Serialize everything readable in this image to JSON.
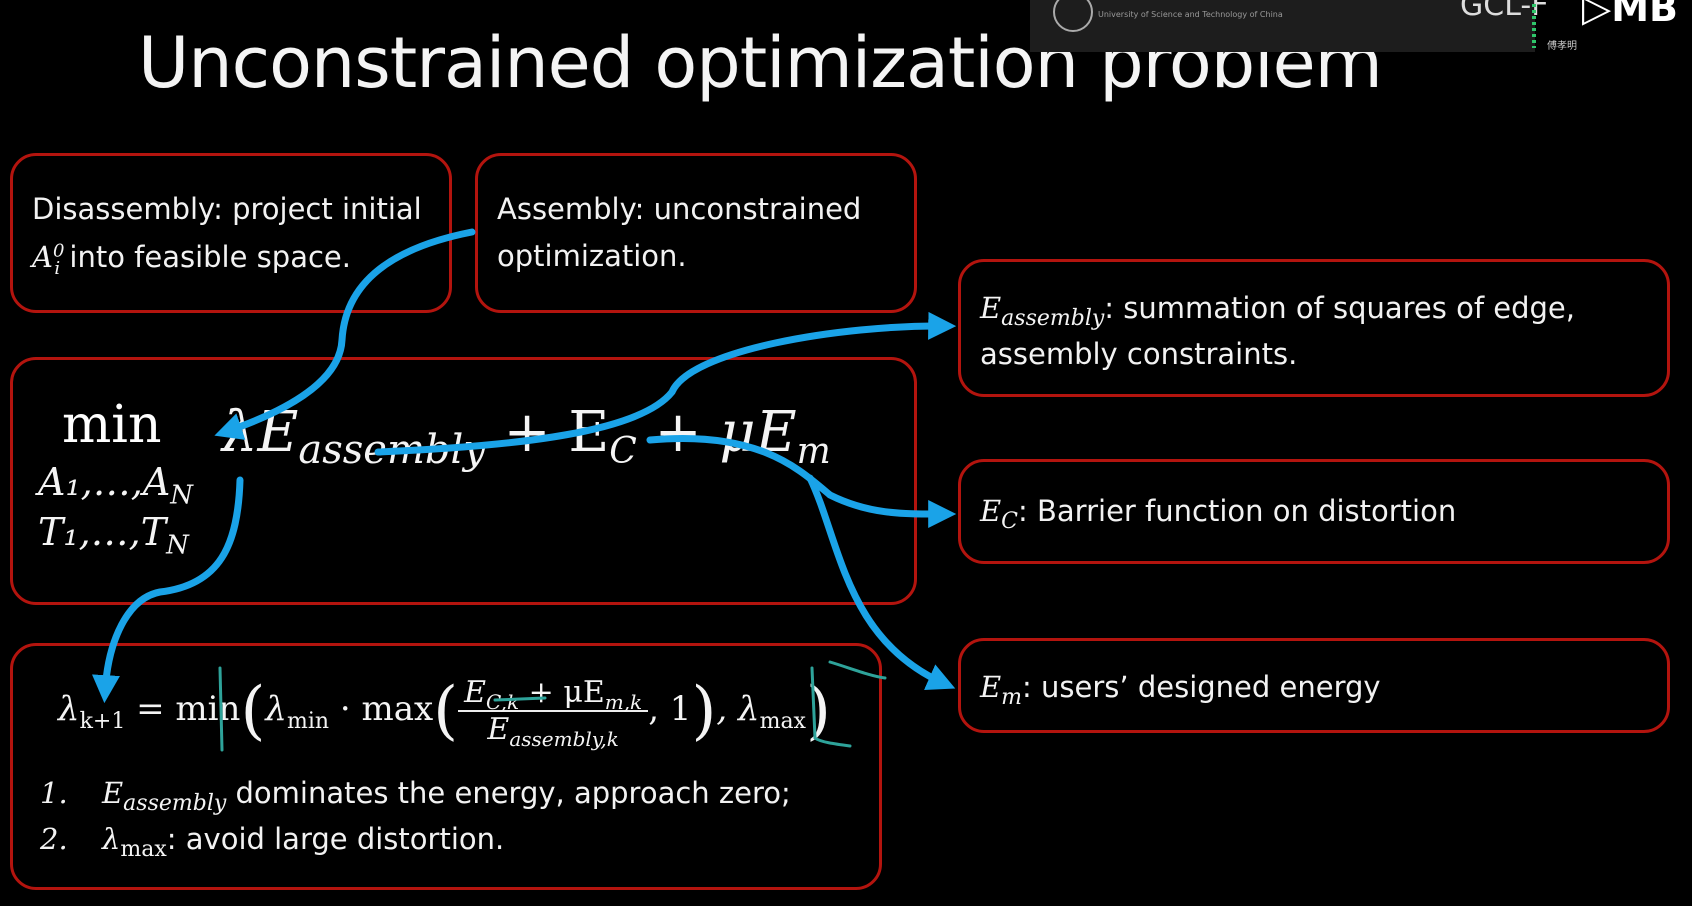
{
  "title": "Unconstrained optimization problem",
  "top_bar": {
    "university": "University of Science and Technology of China",
    "lab": "GCL-F",
    "speaker": "傅孝明"
  },
  "disassembly_box": {
    "line1": "Disassembly: project initial",
    "A": "A",
    "A_sub": "i",
    "A_sup": "0",
    "line2_rest": " into feasible space."
  },
  "assembly_box": {
    "line1": "Assembly: unconstrained",
    "line2": "optimization."
  },
  "objective": {
    "min": "min",
    "vars1": "A₁,…,A",
    "vars1_sub": "N",
    "vars2": "T₁,…,T",
    "vars2_sub": "N",
    "lambda_E": "λE",
    "assembly_sub": "assembly",
    "plus_ec": " + E",
    "c_sub": "C",
    "plus_mu_em": " + μE",
    "m_sub": "m"
  },
  "lambda_update": {
    "lhs": "λ",
    "lhs_sub": "k+1",
    "eq_min": " = min",
    "lambda_min": "λ",
    "min_sub": "min",
    "dot_max": " · max",
    "num_e": "E",
    "num_ck": "C,k",
    "num_plus": " + μE",
    "num_mk": "m,k",
    "den_e": "E",
    "den_sub": "assembly,k",
    "comma_one": ", 1",
    "comma_lambda": ", λ",
    "max_sub": "max",
    "items": [
      {
        "num": "1.",
        "E": "E",
        "E_sub": "assembly",
        "text": " dominates the energy, approach zero;"
      },
      {
        "num": "2.",
        "lam": "λ",
        "lam_sub": "max",
        "text": ": avoid large distortion."
      }
    ]
  },
  "eassembly_box": {
    "E": "E",
    "E_sub": "assembly",
    "line1_rest": ":  summation of squares of edge,",
    "line2": "assembly constraints."
  },
  "ec_box": {
    "E": "E",
    "E_sub": "C",
    "text": ": Barrier function on distortion"
  },
  "em_box": {
    "E": "E",
    "E_sub": "m",
    "text": ": users’ designed energy"
  },
  "colors": {
    "background": "#000000",
    "box_border": "#b3140e",
    "arrow": "#1aa3e8",
    "annotation": "#2ea39a"
  }
}
